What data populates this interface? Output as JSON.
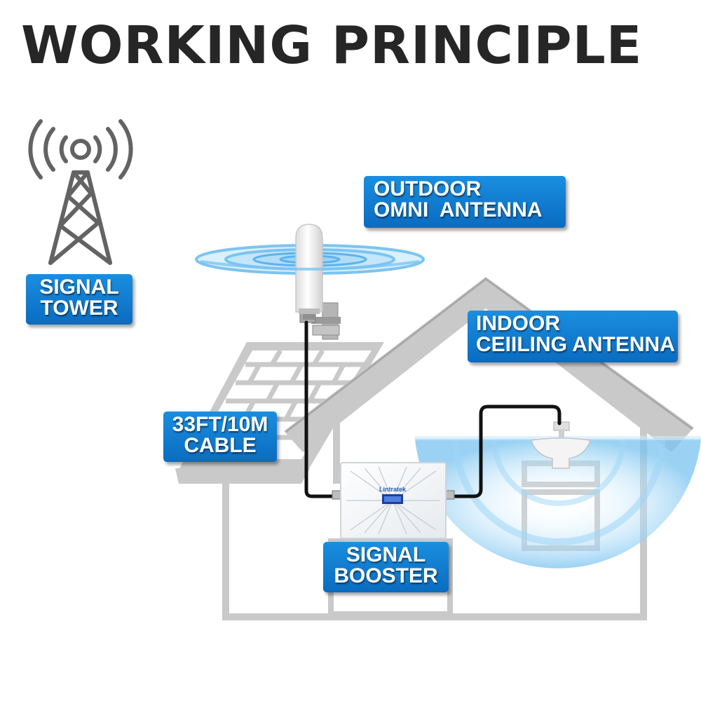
{
  "title": "WORKING PRINCIPLE",
  "labels": {
    "signal_tower": [
      "SIGNAL",
      "TOWER"
    ],
    "outdoor_antenna": [
      "OUTDOOR",
      "OMNI  ANTENNA"
    ],
    "indoor_antenna": [
      "INDOOR",
      "CEIILING ANTENNA"
    ],
    "cable": [
      "33FT/10M",
      "CABLE"
    ],
    "signal_booster": [
      "SIGNAL",
      "BOOSTER"
    ]
  },
  "booster_brand": "Lintratek",
  "colors": {
    "label_blue": "#0a7fd6",
    "wave_blue": "#7cc4f0",
    "house_gray": "#c9c9c9",
    "tower_gray": "#636363",
    "cable_black": "#111111"
  }
}
